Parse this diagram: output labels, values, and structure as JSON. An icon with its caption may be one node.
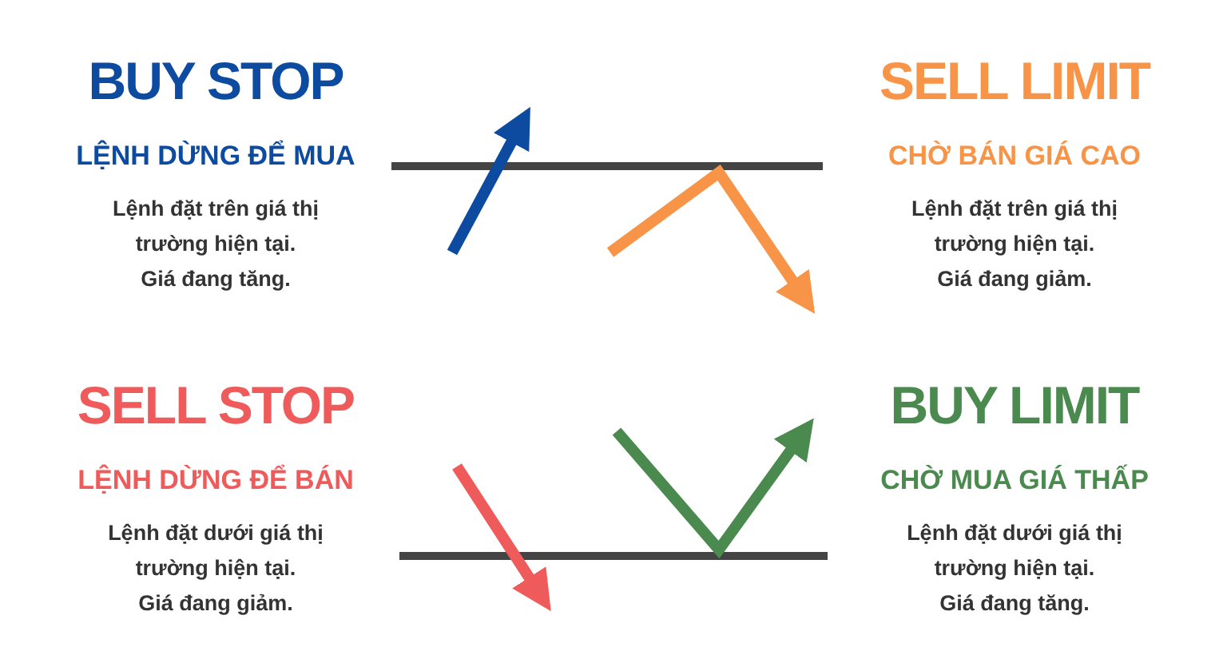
{
  "diagram": {
    "labels": [
      "BUY STOP",
      "LỆNH DỪNG ĐỂ MUA",
      "Lệnh đặt trên giá thị trường hiện tại.",
      "Giá đang tăng.",
      "SELL LIMIT",
      "CHỜ BÁN GIÁ CAO",
      "Lệnh đặt trên giá thị trường hiện tại.",
      "Giá đang giảm.",
      "SELL STOP",
      "LỆNH DỪNG ĐỂ BÁN",
      "Lệnh đặt dưới giá thị trường hiện tại.",
      "Giá đang giảm.",
      "BUY LIMIT",
      "CHỜ MUA GIÁ THẤP",
      "Lệnh đặt dưới giá thị trường hiện tại.",
      "Giá đang tăng."
    ]
  }
}
